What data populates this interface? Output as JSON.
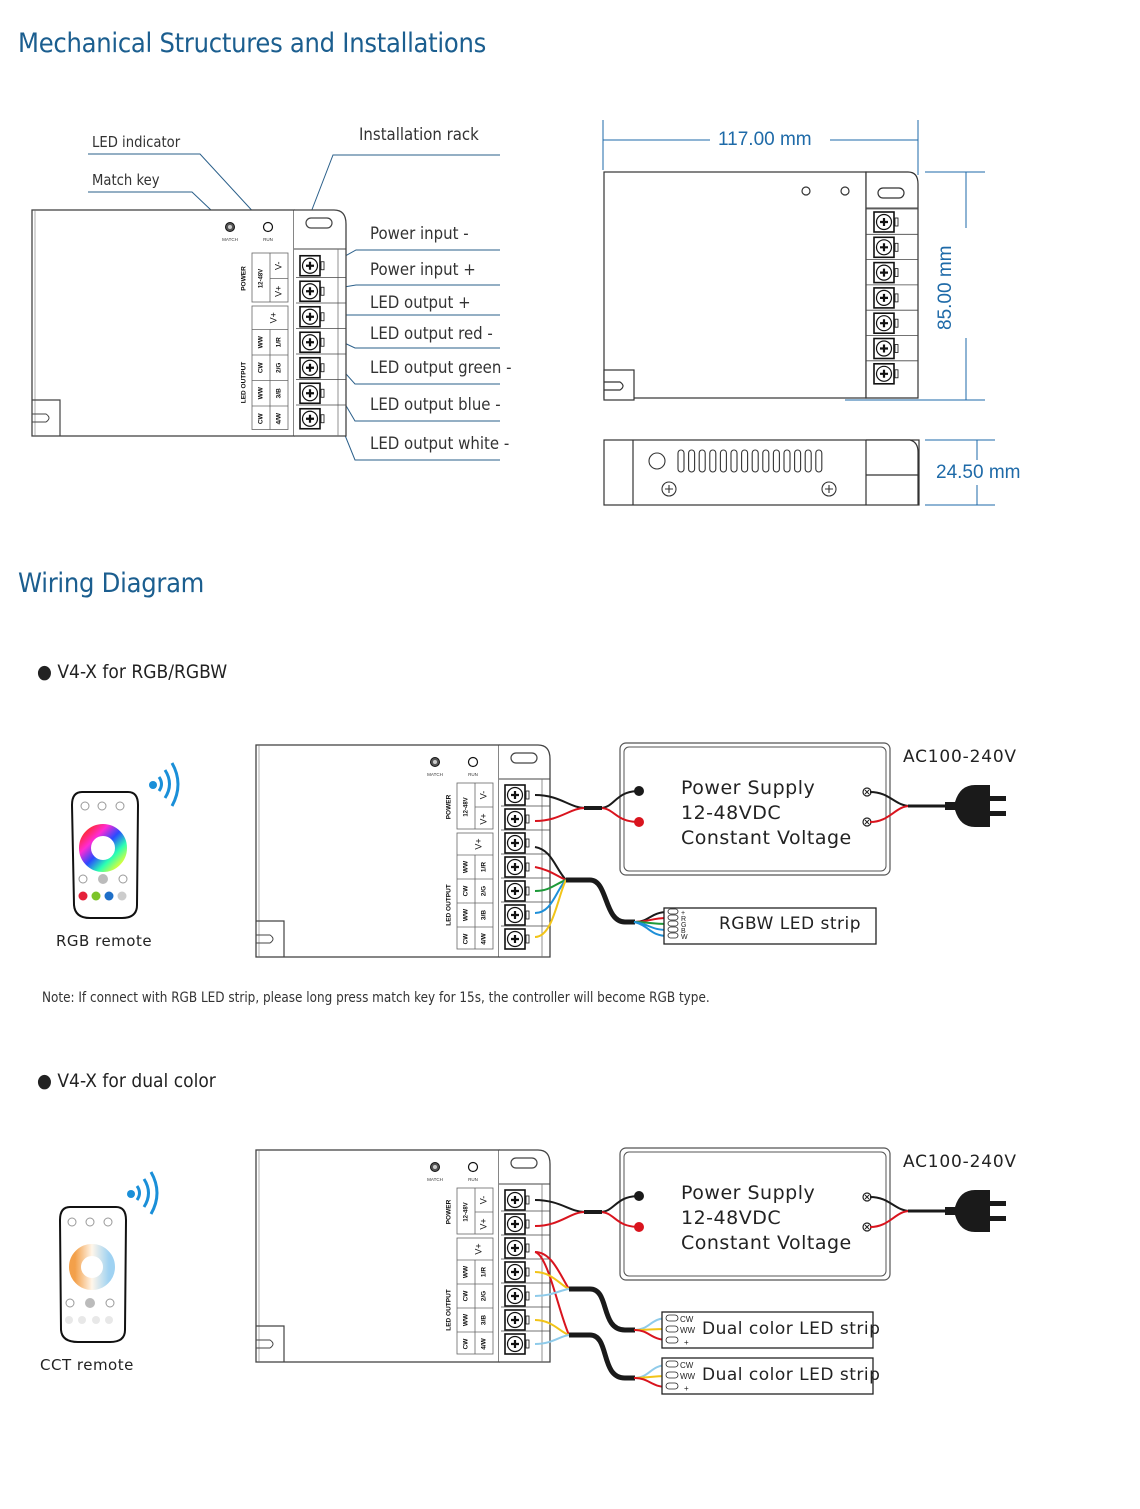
{
  "mechanical": {
    "title": "Mechanical Structures and Installations",
    "callouts": {
      "led_indicator": "LED indicator",
      "match_key": "Match key",
      "installation_rack": "Installation rack"
    },
    "terminal_callouts": [
      "Power input -",
      "Power input +",
      "LED output +",
      "LED output red -",
      "LED output green -",
      "LED output blue -",
      "LED output white -"
    ],
    "dimensions": {
      "width": "117.00 mm",
      "height": "85.00 mm",
      "depth": "24.50 mm"
    }
  },
  "device_labels": {
    "match": "MATCH",
    "run": "RUN",
    "power": "POWER",
    "voltage": "12-48V",
    "v_minus": "V-",
    "v_plus": "V+",
    "led_output": "LED OUTPUT",
    "out_v_plus": "V+",
    "channels": [
      {
        "cct": "WW",
        "rgbw": "1/R"
      },
      {
        "cct": "CW",
        "rgbw": "2/G"
      },
      {
        "cct": "WW",
        "rgbw": "3/B"
      },
      {
        "cct": "CW",
        "rgbw": "4/W"
      }
    ]
  },
  "wiring": {
    "title": "Wiring Diagram",
    "rgb": {
      "subtitle": "V4-X for RGB/RGBW",
      "remote_label": "RGB remote",
      "power_supply_lines": [
        "Power Supply",
        "12-48VDC",
        "Constant Voltage"
      ],
      "ac_label": "AC100-240V",
      "strip_label": "RGBW LED strip",
      "strip_pins": [
        "+",
        "R",
        "G",
        "B",
        "W"
      ],
      "note": "Note: If connect with RGB LED strip, please long press match key for 15s, the controller will become RGB type."
    },
    "dual": {
      "subtitle": "V4-X for dual color",
      "remote_label": "CCT remote",
      "power_supply_lines": [
        "Power Supply",
        "12-48VDC",
        "Constant Voltage"
      ],
      "ac_label": "AC100-240V",
      "strip_labels": [
        "Dual color LED strip",
        "Dual color LED strip"
      ],
      "strip_pins": [
        "CW",
        "WW",
        "+"
      ]
    }
  },
  "colors": {
    "title_blue": "#1b5e8f",
    "dim_blue": "#1e6aa8",
    "leader_blue": "#2a5f8a",
    "wire_black": "#1a1a1a",
    "wire_red": "#d9141e",
    "wire_green": "#1e9a3a",
    "wire_blue": "#1e8fd8",
    "wire_yellow": "#f2c418",
    "wire_lightblue": "#8fcbea",
    "signal_blue": "#1a8fd8"
  }
}
